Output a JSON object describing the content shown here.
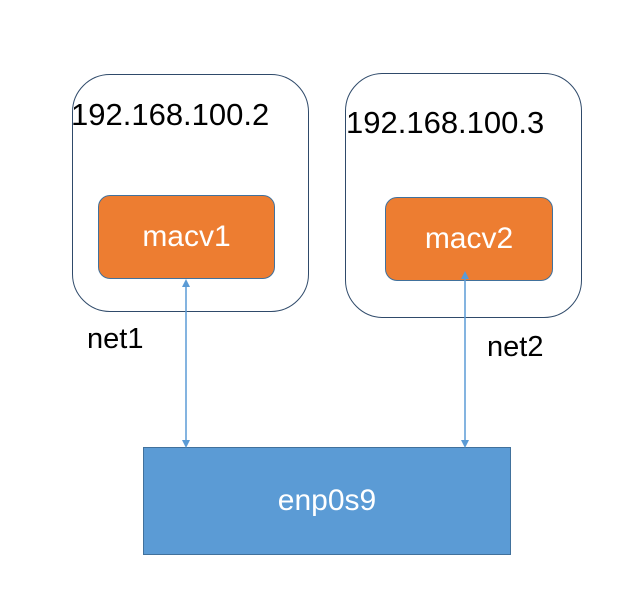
{
  "namespaces": [
    {
      "ip": "192.168.100.2",
      "interface": "macv1",
      "network": "net1"
    },
    {
      "ip": "192.168.100.3",
      "interface": "macv2",
      "network": "net2"
    }
  ],
  "parent_interface": "enp0s9",
  "colors": {
    "macvlan_fill": "#ed7d31",
    "parent_fill": "#5b9bd5",
    "link_line": "#5b9bd5",
    "box_border": "#2f4a6a"
  }
}
